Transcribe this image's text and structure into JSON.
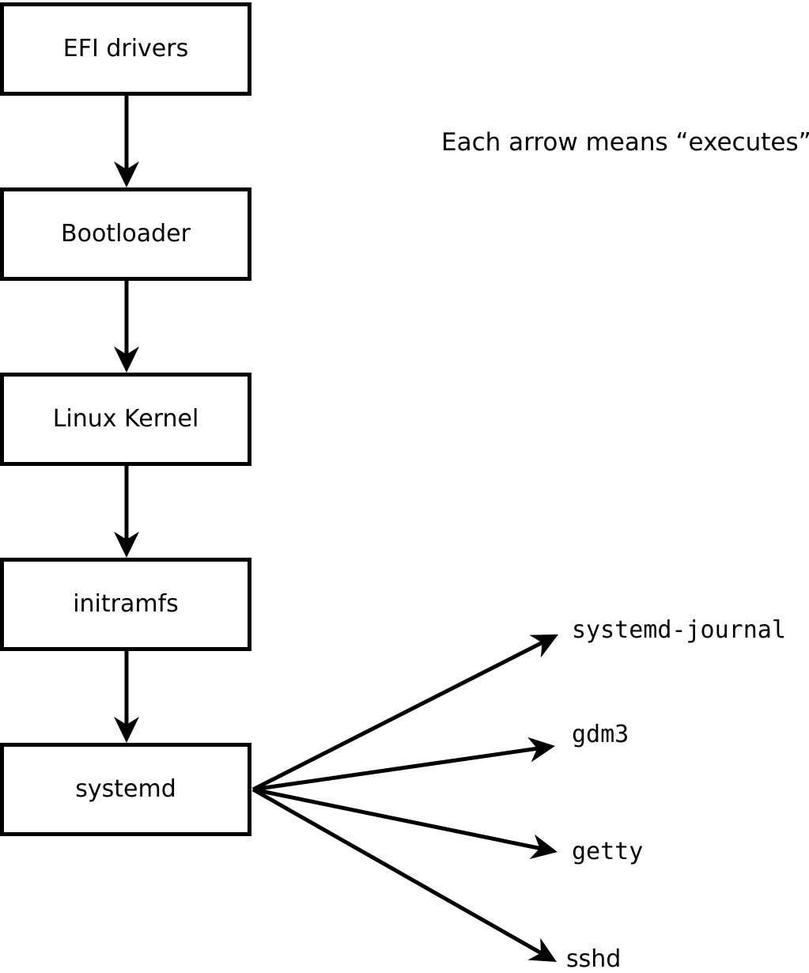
{
  "note": "Each arrow means “executes”.",
  "nodes": [
    {
      "label": "EFI drivers"
    },
    {
      "label": "Bootloader"
    },
    {
      "label": "Linux Kernel"
    },
    {
      "label": "initramfs"
    },
    {
      "label": "systemd"
    }
  ],
  "processes": [
    {
      "label": "systemd-journal"
    },
    {
      "label": "gdm3"
    },
    {
      "label": "getty"
    },
    {
      "label": "sshd"
    }
  ],
  "colors": {
    "line": "#000000",
    "background": "#ffffff",
    "text": "#000000"
  }
}
